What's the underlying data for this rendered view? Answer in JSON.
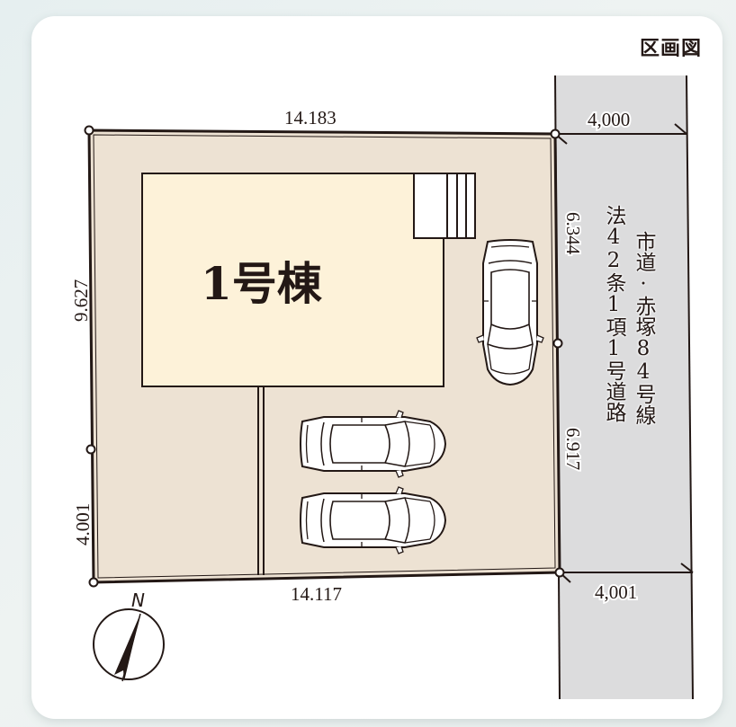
{
  "title": "区画図",
  "building": {
    "label": "1号棟"
  },
  "lot": {
    "top_length": "14.183",
    "bottom_length": "14.117",
    "left_upper_length": "9.627",
    "left_lower_length": "4.001",
    "right_upper_length": "6.344",
    "right_lower_length": "6.917"
  },
  "road": {
    "width_top": "4,000",
    "width_bottom": "4,001",
    "name_line1": "市道·赤塚84号線",
    "name_line2": "法42条1項1号道路"
  },
  "compass": {
    "label": "N"
  },
  "parking": {
    "car_count": 3
  },
  "colors": {
    "lot_fill": "#ede2d3",
    "building_fill": "#fdf2d9",
    "road_fill": "#dcdcdd",
    "line": "#231815",
    "card": "#ffffff"
  }
}
